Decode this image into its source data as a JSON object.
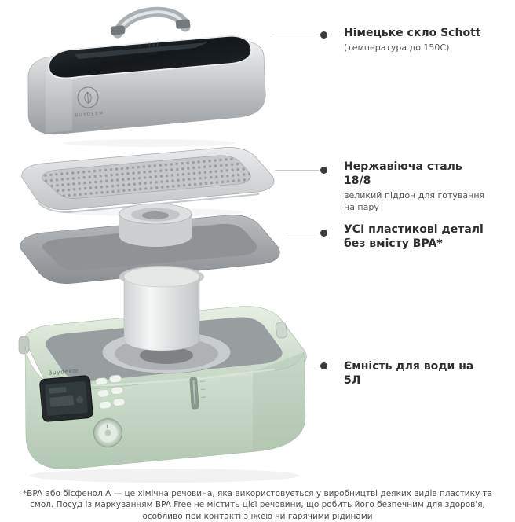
{
  "product": {
    "brand_lid": "BUYDEEM",
    "brand_base": "Buydeem"
  },
  "callouts": [
    {
      "title": "Німецьке скло Schott",
      "subtitle": "(температура до 150C)"
    },
    {
      "title": "Нержавіюча сталь 18/8",
      "subtitle": "великий піддон для готування на пару"
    },
    {
      "title": "УСІ пластикові деталі без вмісту BPA*",
      "subtitle": ""
    },
    {
      "title": "Ємність для води на 5Л",
      "subtitle": ""
    }
  ],
  "footnote": "*BPA або бісфенол А — це хімічна речовина, яка використовується у виробництві деяких видів пластику та смол. Посуд із маркуванням BPA Free не містить цієї речовини, що робить його безпечним для здоров'я, особливо при контакті з їжею чи гарячими рідинами",
  "colors": {
    "mint": "#c8dbc8",
    "steel": "#c6c9cb",
    "glass": "#171b1e",
    "text_title": "#2d2d2d",
    "text_sub": "#565656",
    "callout_line": "#c9c9c9",
    "callout_dot": "#3b3b3b"
  }
}
